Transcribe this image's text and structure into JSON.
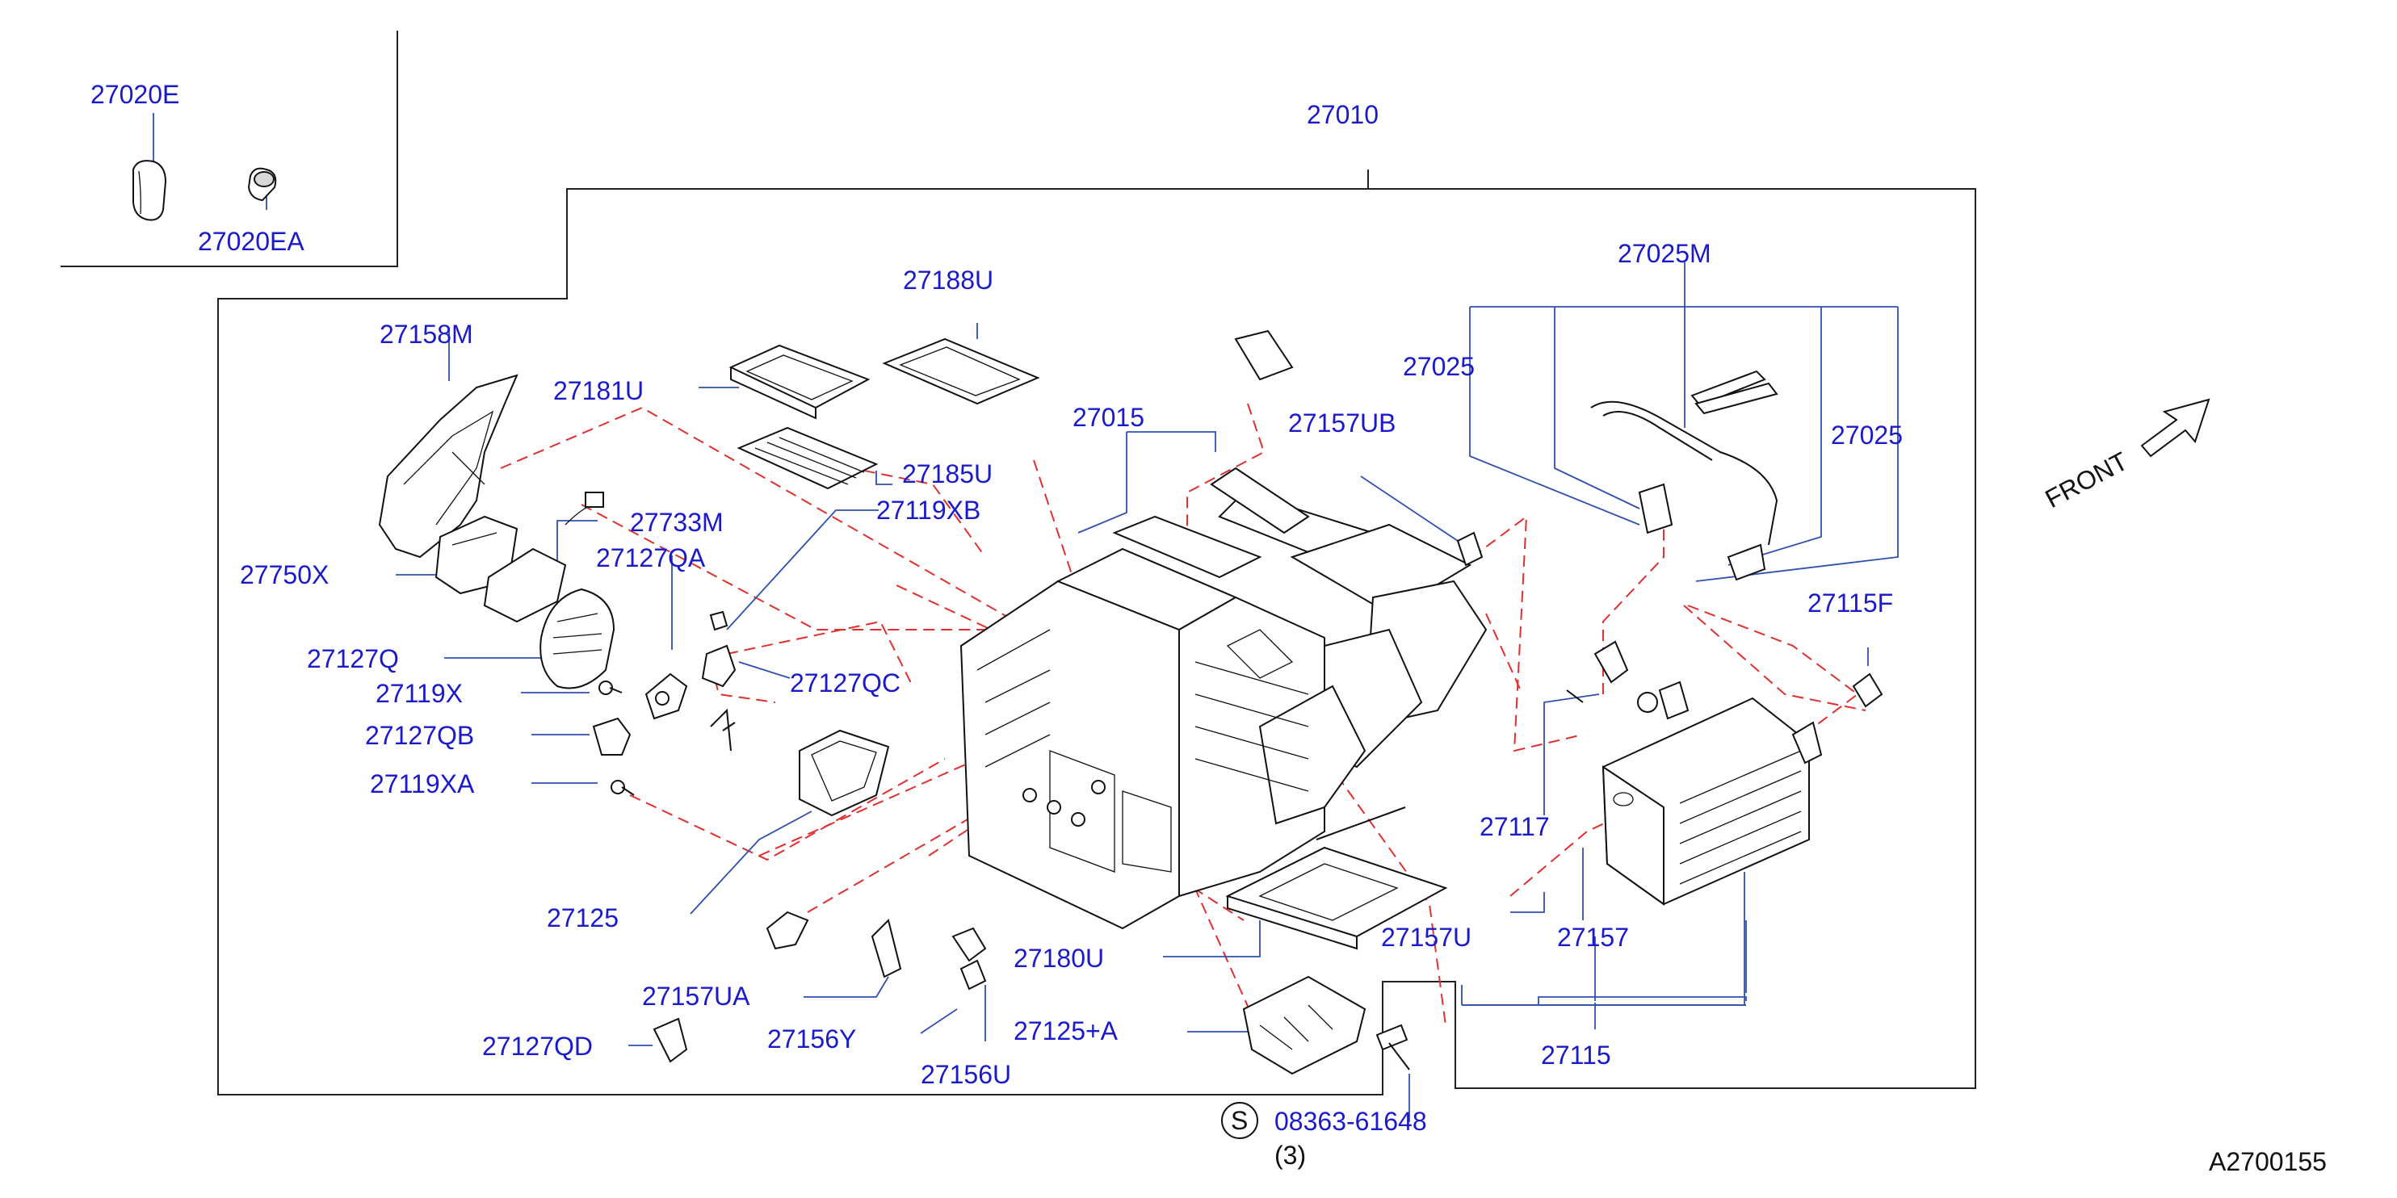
{
  "parts": {
    "p27020E": "27020E",
    "p27020EA": "27020EA",
    "p27010": "27010",
    "p27188U": "27188U",
    "p27158M": "27158M",
    "p27181U": "27181U",
    "p27025M": "27025M",
    "p27025_a": "27025",
    "p27025_b": "27025",
    "p27015": "27015",
    "p27157UB": "27157UB",
    "p27185U": "27185U",
    "p27733M": "27733M",
    "p27119XB": "27119XB",
    "p27127QA": "27127QA",
    "p27750X": "27750X",
    "p27115F": "27115F",
    "p27127Q": "27127Q",
    "p27127QC": "27127QC",
    "p27119X": "27119X",
    "p27127QB": "27127QB",
    "p27119XA": "27119XA",
    "p27117": "27117",
    "p27125": "27125",
    "p27157U": "27157U",
    "p27157": "27157",
    "p27180U": "27180U",
    "p27157UA": "27157UA",
    "p27125A": "27125+A",
    "p27156Y": "27156Y",
    "p27127QD": "27127QD",
    "p27115": "27115",
    "p27156U": "27156U",
    "screw_code": "08363-61648",
    "screw_qty": "(3)",
    "screw_symbol": "S"
  },
  "front_label": "FRONT",
  "diagram_id": "A2700155",
  "colors": {
    "label": "#1a1acc",
    "leader": "#3050b0",
    "phantom": "#e03030",
    "outline": "#111111"
  }
}
